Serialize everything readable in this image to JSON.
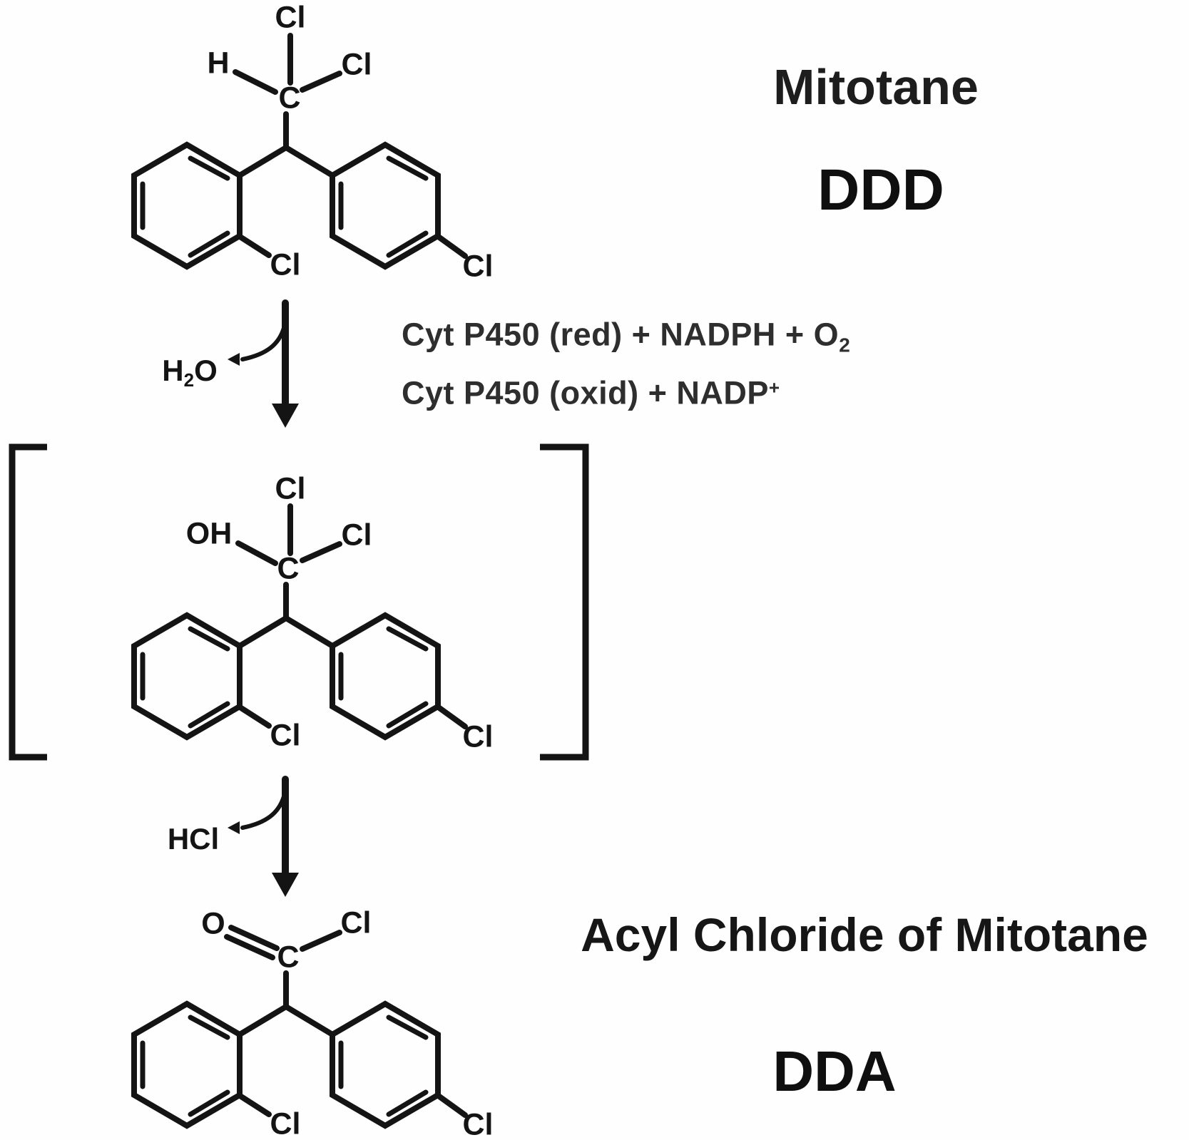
{
  "title_labels": {
    "mitotane": "Mitotane",
    "ddd": "DDD",
    "acyl_chloride": "Acyl Chloride of Mitotane",
    "dda": "DDA"
  },
  "reaction": {
    "line1_main": "Cyt P450 (red) + NADPH + O",
    "line1_sub": "2",
    "line2_main": "Cyt P450 (oxid) + NADP",
    "line2_sup": "+",
    "byproduct1_h": "H",
    "byproduct1_sub": "2",
    "byproduct1_o": "O",
    "byproduct2": "HCl"
  },
  "atoms": {
    "ddd": {
      "cl_top": "Cl",
      "h": "H",
      "cl_side": "Cl",
      "c": "C",
      "cl_ring_left": "Cl",
      "cl_ring_right": "Cl"
    },
    "intermediate": {
      "cl_top": "Cl",
      "oh": "OH",
      "cl_side": "Cl",
      "c": "C",
      "cl_ring_left": "Cl",
      "cl_ring_right": "Cl"
    },
    "dda": {
      "o": "O",
      "cl_side": "Cl",
      "c": "C",
      "cl_ring_left": "Cl",
      "cl_ring_right": "Cl"
    }
  },
  "colors": {
    "ink": "#141414",
    "condition_text": "#2e2e2e"
  }
}
